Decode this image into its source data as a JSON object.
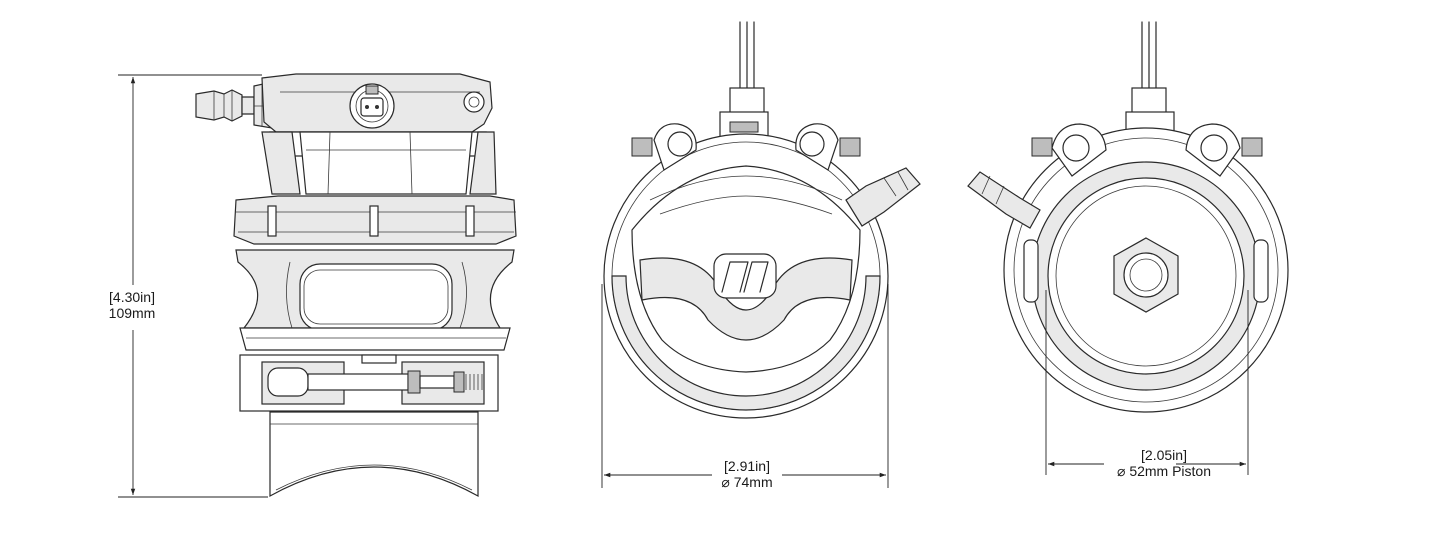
{
  "dimensions": {
    "height": {
      "imperial": "[4.30in]",
      "metric": "109mm"
    },
    "width": {
      "imperial": "[2.91in]",
      "metric": "74mm",
      "symbol": "⌀"
    },
    "piston": {
      "imperial": "[2.05in]",
      "metric": "52mm Piston",
      "symbol": "⌀"
    }
  },
  "colors": {
    "line": "#2a2a2a",
    "shade": "#e9e9e9",
    "background": "#ffffff"
  },
  "icons": [
    "arrowhead-icon",
    "logo-emblem"
  ]
}
